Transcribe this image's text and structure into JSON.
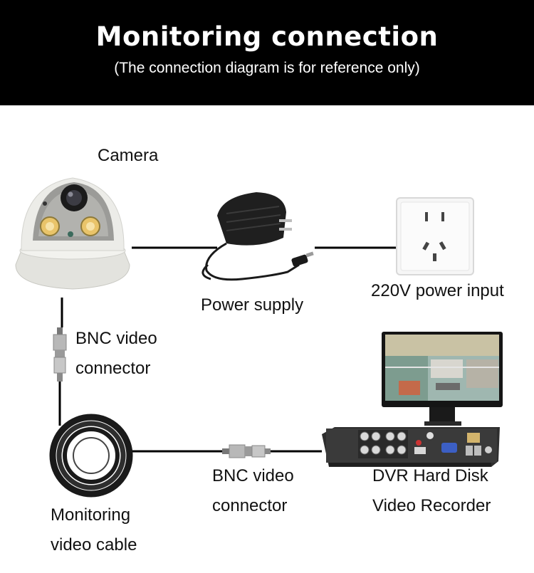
{
  "header": {
    "title": "Monitoring connection",
    "subtitle": "(The connection diagram is for reference only)"
  },
  "labels": {
    "camera": "Camera",
    "power_supply": "Power supply",
    "power_input": "220V power input",
    "bnc_connector_1": [
      "BNC video",
      "connector"
    ],
    "bnc_connector_2": [
      "BNC video",
      "connector"
    ],
    "dvr": [
      "DVR Hard Disk",
      "Video Recorder"
    ],
    "cable": [
      "Monitoring",
      "video cable"
    ]
  },
  "colors": {
    "banner": "#000000",
    "line": "#000000",
    "text": "#111111",
    "camera_body": "#eeeeea",
    "ir_led": "#e9c46a",
    "dvr_body": "#3a3a3a"
  }
}
